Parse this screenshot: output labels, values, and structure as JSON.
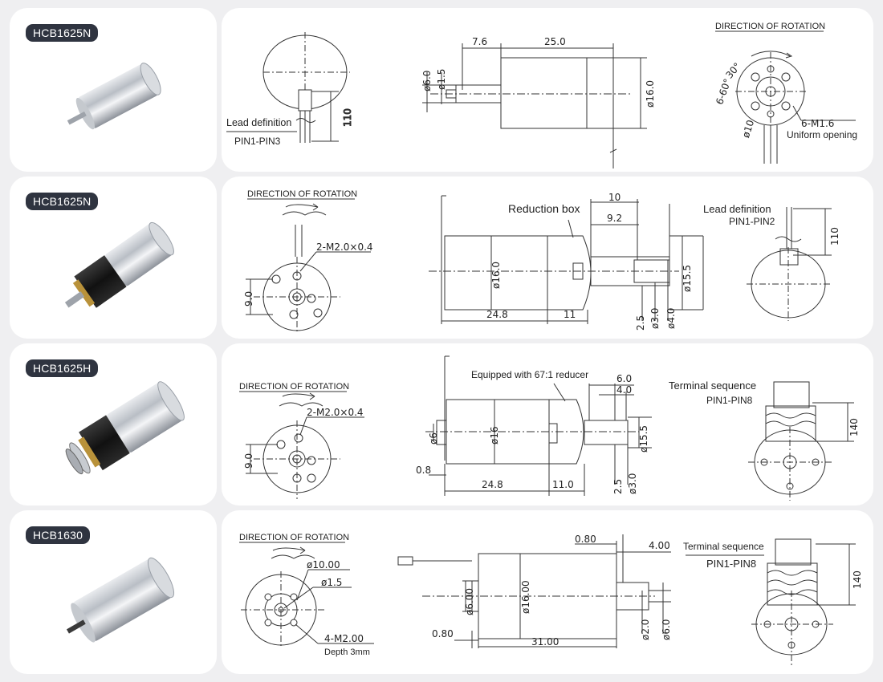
{
  "colors": {
    "background": "#efeff1",
    "card": "#ffffff",
    "badge": "#2f3440",
    "line": "#333333"
  },
  "rows": [
    {
      "model": "HCB1625N",
      "texts": {
        "lead_definition": "Lead definition",
        "pin_range": "PIN1-PIN3",
        "lead_len": "110",
        "d_6_0": "ø6.0",
        "d_1_5": "ø1.5",
        "len_7_6": "7.6",
        "len_25_0": "25.0",
        "d_16_0": "ø16.0",
        "rotation": "DIRECTION OF ROTATION",
        "angle_6_60": "6-60°",
        "angle_30": "30°",
        "d_10": "ø10",
        "holes": "6-M1.6",
        "uniform": "Uniform opening"
      }
    },
    {
      "model": "HCB1625N",
      "texts": {
        "rotation": "DIRECTION OF ROTATION",
        "holes": "2-M2.0×0.4",
        "width_9_0": "9.0",
        "reduction_box": "Reduction box",
        "len_10": "10",
        "len_9_2": "9.2",
        "d_16_0": "ø16.0",
        "d_15_5": "ø15.5",
        "len_24_8": "24.8",
        "len_11": "11",
        "len_2_5": "2.5",
        "d_3_0": "ø3.0",
        "d_4_0": "ø4.0",
        "lead_definition": "Lead definition",
        "pin_range": "PIN1-PIN2",
        "lead_len": "110"
      }
    },
    {
      "model": "HCB1625H",
      "texts": {
        "rotation": "DIRECTION OF ROTATION",
        "holes": "2-M2.0×0.4",
        "width_9_0": "9.0",
        "reducer": "Equipped with 67:1 reducer",
        "len_6_0": "6.0",
        "len_4_0": "4.0",
        "d_6": "ø6",
        "d_16": "ø16",
        "d_15_5": "ø15.5",
        "len_0_8": "0.8",
        "len_24_8": "24.8",
        "len_11_0": "11.0",
        "len_2_5": "2.5",
        "d_3_0": "ø3.0",
        "terminal_sequence": "Terminal sequence",
        "pin_range": "PIN1-PIN8",
        "term_len": "140"
      }
    },
    {
      "model": "HCB1630",
      "texts": {
        "rotation": "DIRECTION OF ROTATION",
        "d_10_00": "ø10.00",
        "d_1_5": "ø1.5",
        "holes": "4-M2.00",
        "depth": "Depth 3mm",
        "len_0_80_top": "0.80",
        "len_4_00": "4.00",
        "d_6_00": "ø6.00",
        "d_16_00": "ø16.00",
        "len_0_80": "0.80",
        "len_31_00": "31.00",
        "d_2_0": "ø2.0",
        "d_6_0": "ø6.0",
        "terminal_sequence": "Terminal sequence",
        "pin_range": "PIN1-PIN8",
        "term_len": "140"
      }
    }
  ]
}
